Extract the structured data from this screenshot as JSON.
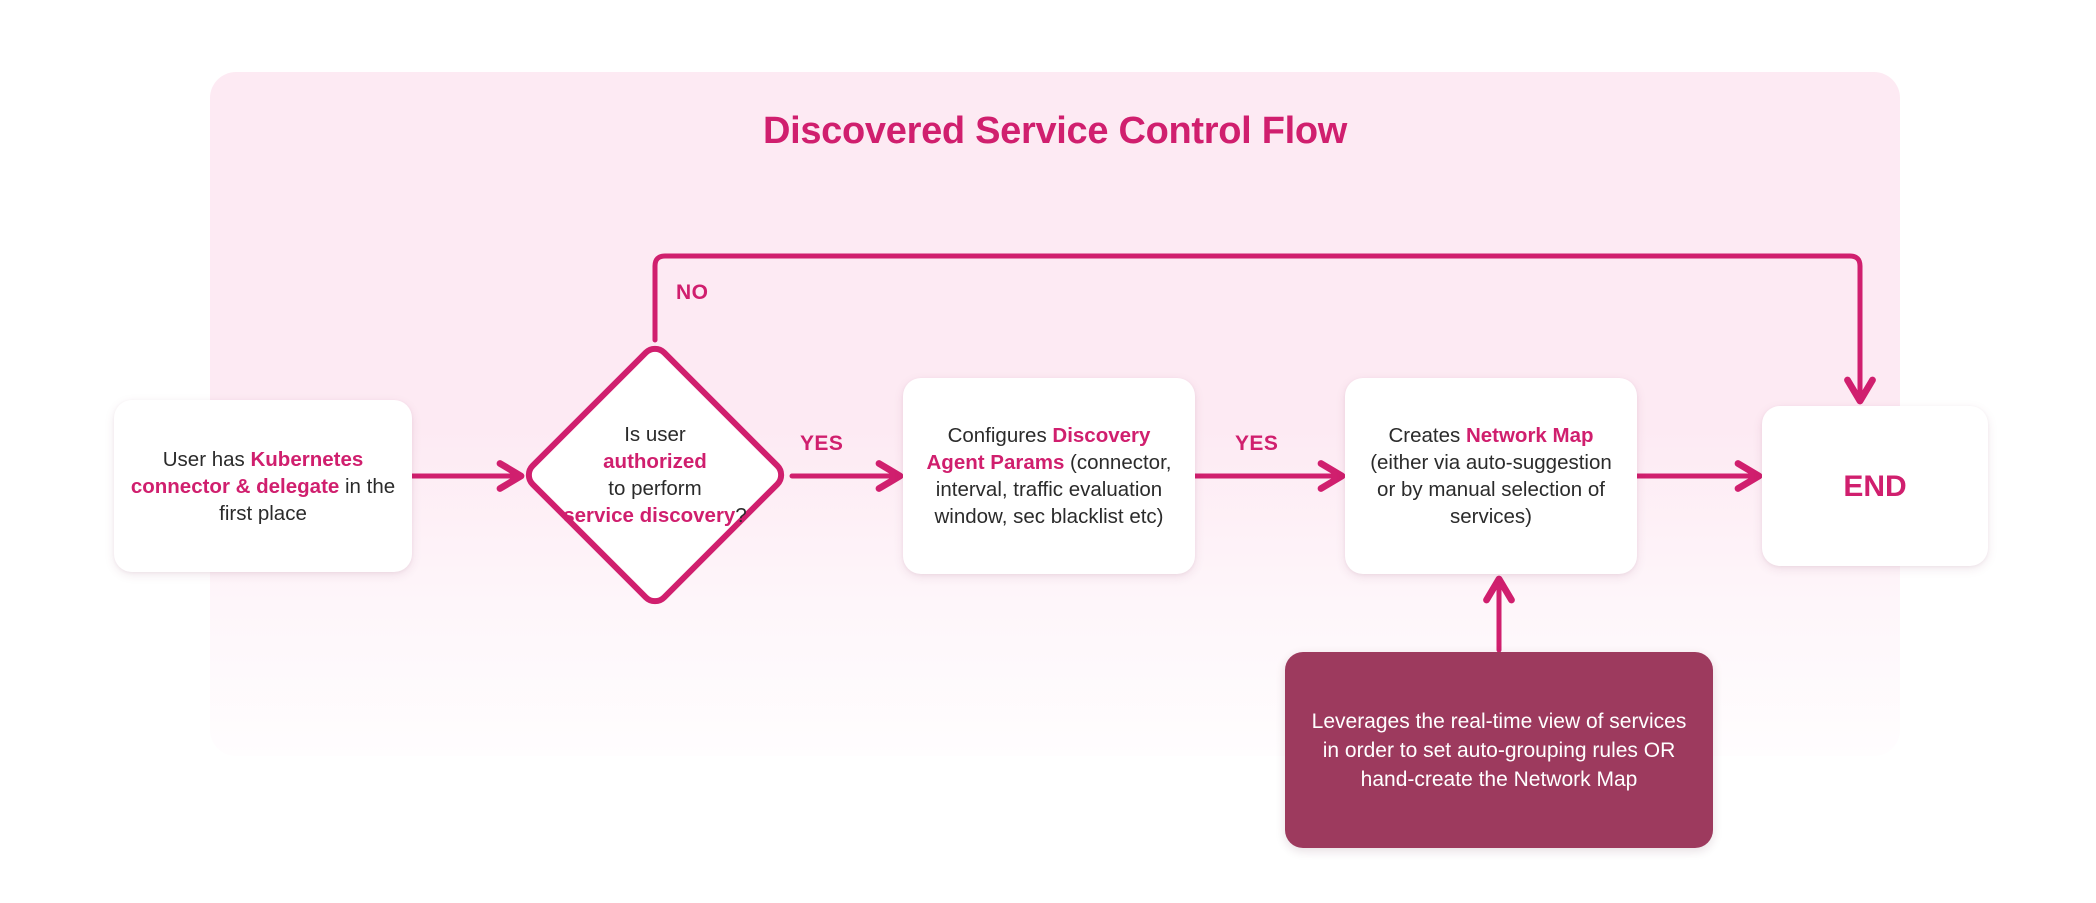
{
  "diagram": {
    "title": "Discovered Service Control Flow",
    "type": "flowchart",
    "colors": {
      "accent": "#d01f6e",
      "panel_background": "#fdeaf3",
      "note_background": "#9d3a5e",
      "node_background": "#ffffff",
      "body_text": "#2b2b2b",
      "note_text": "#ffffff"
    },
    "nodes": {
      "user": {
        "shape": "rounded-rect",
        "text_plain": "User has Kubernetes connector & delegate in the first place",
        "segments": [
          {
            "text": "User has ",
            "emphasis": false
          },
          {
            "text": "Kubernetes connector & delegate",
            "emphasis": true
          },
          {
            "text": " in the first place",
            "emphasis": false
          }
        ]
      },
      "decision": {
        "shape": "diamond",
        "text_plain": "Is user authorized to perform service discovery?",
        "segments": [
          {
            "text": "Is user",
            "emphasis": false
          },
          {
            "text": "authorized",
            "emphasis": true
          },
          {
            "text": "to perform",
            "emphasis": false
          },
          {
            "text": "service discovery",
            "emphasis": true
          },
          {
            "text": "?",
            "emphasis": false
          }
        ]
      },
      "configure": {
        "shape": "rounded-rect",
        "text_plain": "Configures Discovery Agent Params (connector, interval, traffic evaluation window, sec blacklist etc)",
        "segments": [
          {
            "text": "Configures ",
            "emphasis": false
          },
          {
            "text": "Discovery Agent Params",
            "emphasis": true
          },
          {
            "text": " (connector, interval, traffic evaluation window, sec blacklist etc)",
            "emphasis": false
          }
        ]
      },
      "network_map": {
        "shape": "rounded-rect",
        "text_plain": "Creates Network Map (either via auto-suggestion or by manual selection of services)",
        "segments": [
          {
            "text": "Creates ",
            "emphasis": false
          },
          {
            "text": "Network Map",
            "emphasis": true
          },
          {
            "text": " (either via auto-suggestion or by manual selection of services)",
            "emphasis": false
          }
        ]
      },
      "end": {
        "shape": "rounded-rect",
        "label": "END"
      },
      "note": {
        "shape": "rounded-rect-filled",
        "text": "Leverages the real-time view of services in order to set auto-grouping rules OR hand-create the Network Map"
      }
    },
    "edges": [
      {
        "from": "user",
        "to": "decision",
        "label": "",
        "direction": "right"
      },
      {
        "from": "decision",
        "to": "configure",
        "label": "YES",
        "direction": "right"
      },
      {
        "from": "configure",
        "to": "network_map",
        "label": "YES",
        "direction": "right"
      },
      {
        "from": "network_map",
        "to": "end",
        "label": "",
        "direction": "right"
      },
      {
        "from": "decision",
        "to": "end",
        "label": "NO",
        "direction": "up-right-down"
      },
      {
        "from": "note",
        "to": "network_map",
        "label": "",
        "direction": "up"
      }
    ],
    "labels": {
      "no": "NO",
      "yes_1": "YES",
      "yes_2": "YES"
    }
  }
}
